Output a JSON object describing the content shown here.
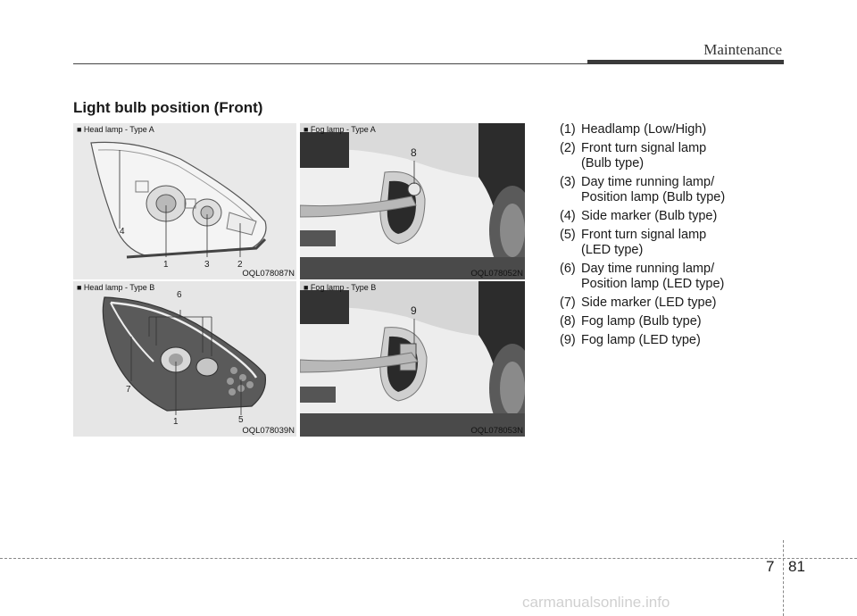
{
  "header": {
    "title": "Maintenance"
  },
  "section": {
    "title": "Light bulb position (Front)"
  },
  "panels": {
    "head_a": {
      "caption": "■ Head lamp - Type A",
      "code": "OQL078087N",
      "callouts": [
        "1",
        "2",
        "3",
        "4"
      ]
    },
    "fog_a": {
      "caption": "■ Fog lamp - Type A",
      "code": "OQL078052N",
      "callouts": [
        "8"
      ]
    },
    "head_b": {
      "caption": "■ Head lamp - Type B",
      "code": "OQL078039N",
      "callouts": [
        "1",
        "5",
        "6",
        "7"
      ]
    },
    "fog_b": {
      "caption": "■ Fog lamp - Type B",
      "code": "OQL078053N",
      "callouts": [
        "9"
      ]
    }
  },
  "legend": [
    {
      "num": "(1)",
      "line1": "Headlamp (Low/High)",
      "line2": ""
    },
    {
      "num": "(2)",
      "line1": "Front turn signal lamp",
      "line2": "(Bulb type)"
    },
    {
      "num": "(3)",
      "line1": "Day time running lamp/",
      "line2": "Position lamp (Bulb type)"
    },
    {
      "num": "(4)",
      "line1": "Side marker (Bulb type)",
      "line2": ""
    },
    {
      "num": "(5)",
      "line1": "Front turn signal lamp",
      "line2": "(LED type)"
    },
    {
      "num": "(6)",
      "line1": "Day time running lamp/",
      "line2": "Position lamp (LED type)"
    },
    {
      "num": "(7)",
      "line1": "Side marker (LED type)",
      "line2": ""
    },
    {
      "num": "(8)",
      "line1": "Fog lamp (Bulb type)",
      "line2": ""
    },
    {
      "num": "(9)",
      "line1": "Fog lamp (LED type)",
      "line2": ""
    }
  ],
  "footer": {
    "chapter": "7",
    "page": "81"
  },
  "watermark": "carmanualsonline.info"
}
